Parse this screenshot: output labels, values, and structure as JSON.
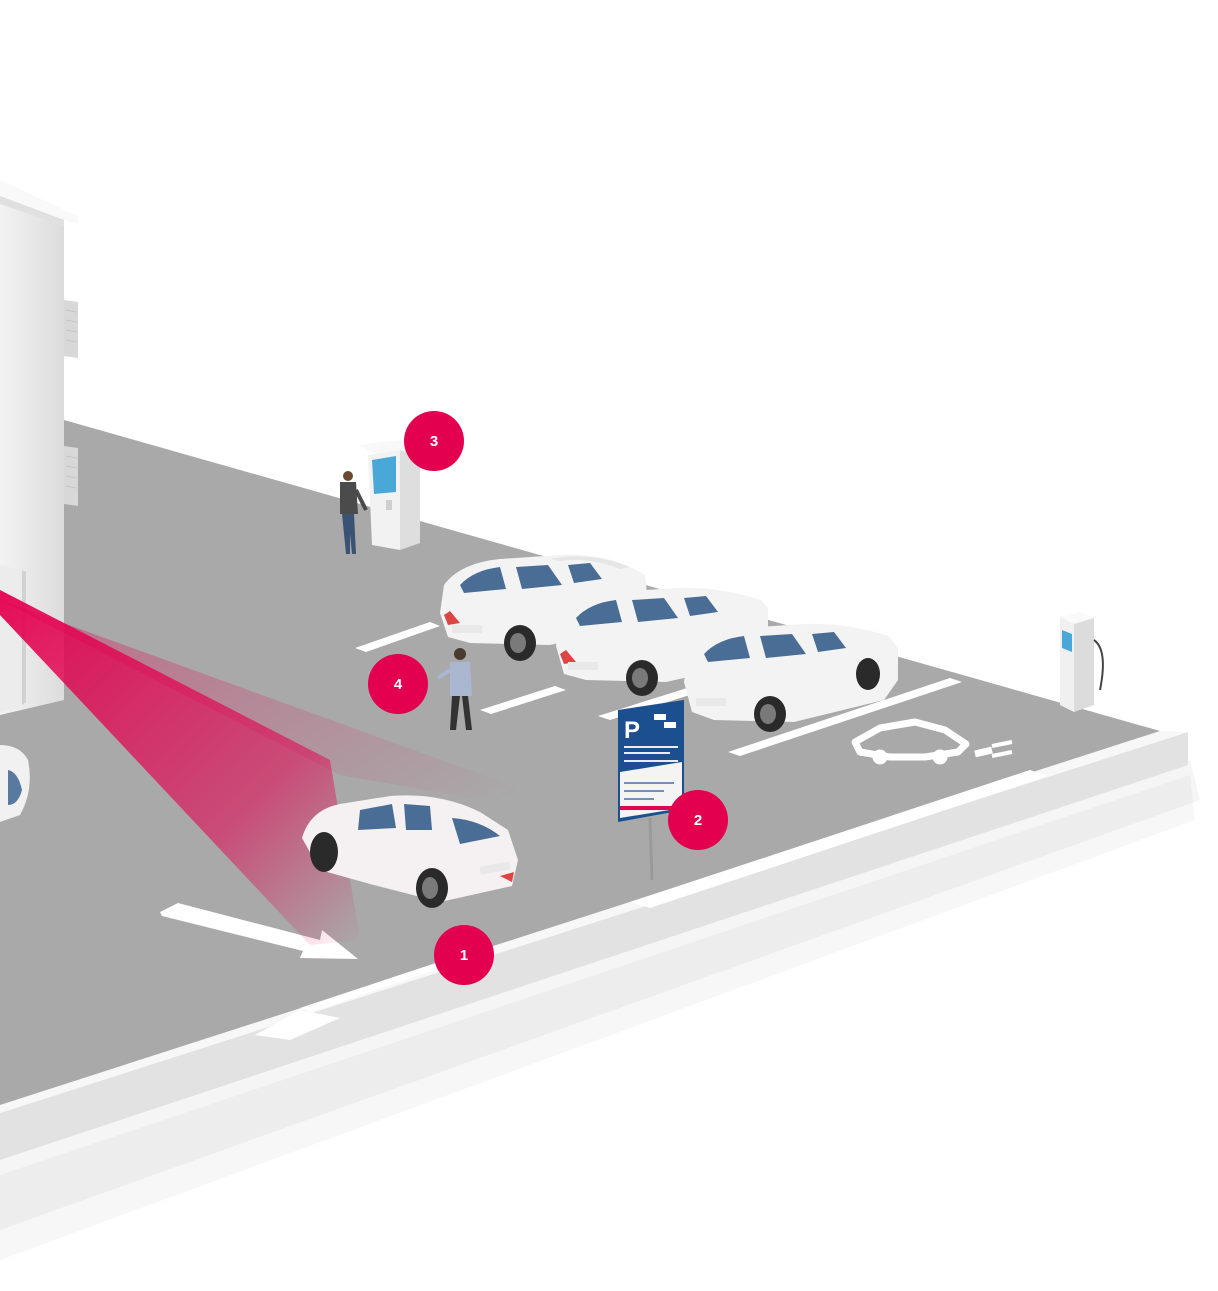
{
  "colors": {
    "accent": "#e3004f",
    "sign_blue": "#1c4f8f",
    "display_blue": "#4aa8d8",
    "asphalt": "#a7a7a7",
    "curb": "#ececec",
    "car_body": "#f4f4f4",
    "window": "#4a6d96"
  },
  "markers": [
    {
      "label": "1"
    },
    {
      "label": "2"
    },
    {
      "label": "3"
    },
    {
      "label": "4"
    }
  ],
  "sign": {
    "letter": "P",
    "icons": [
      "camera-icon",
      "car-icon"
    ]
  },
  "icons": {
    "ev_pictogram": "ev-car-charging-icon",
    "arrow": "direction-arrow-icon"
  }
}
